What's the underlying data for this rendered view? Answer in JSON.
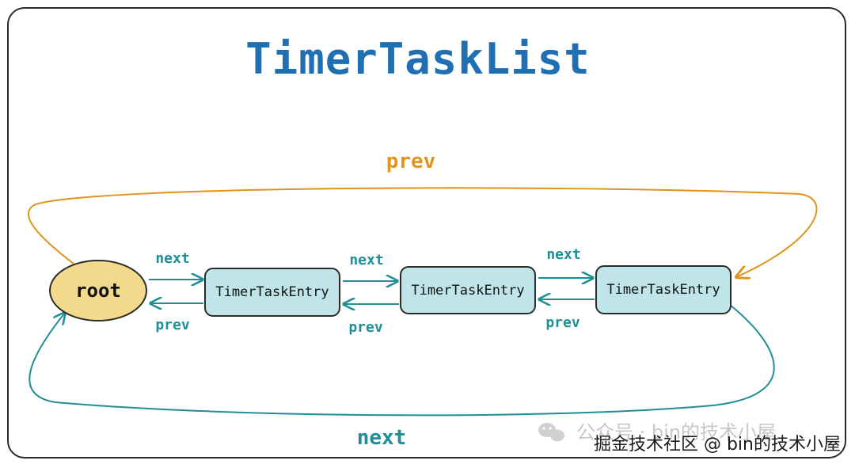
{
  "title": "TimerTaskList",
  "root_label": "root",
  "entries": [
    {
      "label": "TimerTaskEntry"
    },
    {
      "label": "TimerTaskEntry"
    },
    {
      "label": "TimerTaskEntry"
    }
  ],
  "links": {
    "next_labels": [
      "next",
      "next",
      "next"
    ],
    "prev_labels": [
      "prev",
      "prev",
      "prev"
    ],
    "top_prev_label": "prev",
    "bottom_next_label": "next"
  },
  "watermark": {
    "account": "公众号 · bin的技术小屋",
    "community": "掘金技术社区 @ bin的技术小屋"
  },
  "colors": {
    "title": "#1f6fb2",
    "teal": "#1e8f96",
    "orange": "#e0941c",
    "node_fill": "#bfe5e8",
    "root_fill": "#f3d98b"
  },
  "icons": [
    "wechat-icon"
  ]
}
